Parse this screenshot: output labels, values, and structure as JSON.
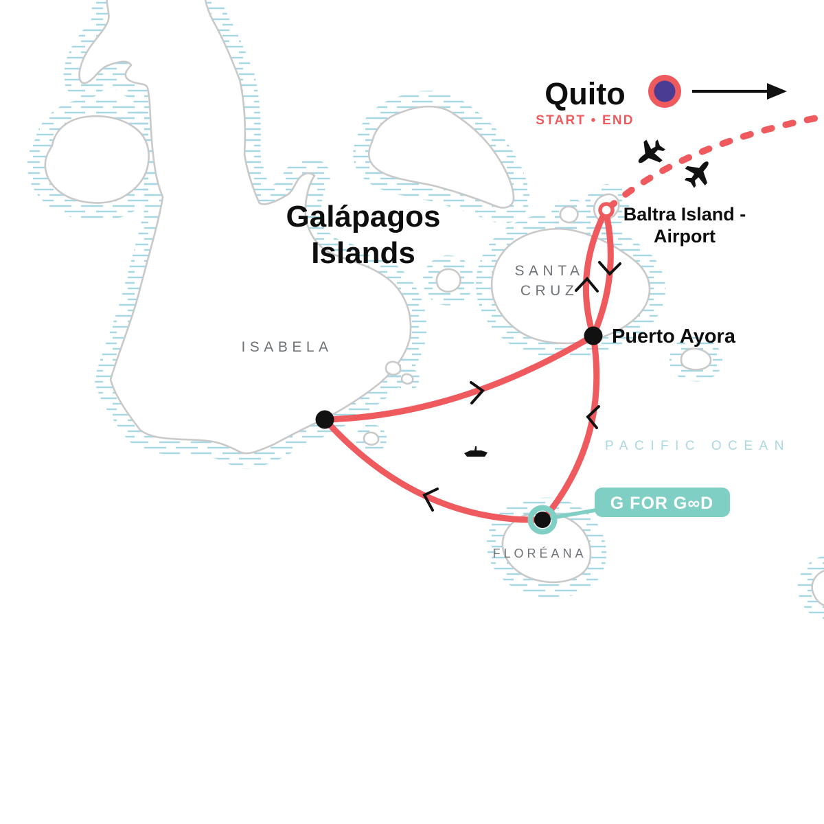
{
  "title": {
    "line1": "Galápagos",
    "line2": "Islands"
  },
  "ocean": {
    "label": "PACIFIC OCEAN"
  },
  "islands": {
    "isabela": "ISABELA",
    "santa_cruz_line1": "SANTA",
    "santa_cruz_line2": "CRUZ",
    "floreana": "FLORÉANA"
  },
  "route": {
    "city": {
      "name": "Quito",
      "start_end": "START • END"
    },
    "stops": {
      "baltra": {
        "label_line1": "Baltra Island -",
        "label_line2": "Airport"
      },
      "puerto_ayora": {
        "label": "Puerto Ayora"
      }
    },
    "badge": {
      "label": "G FOR GOOD",
      "display": "G FOR G∞D"
    }
  },
  "colors": {
    "route_red": "#EE5A5E",
    "teal": "#7FCFC4",
    "purple": "#4A3B93",
    "coast_gray": "#C9C9C9",
    "hatch_teal": "#A7D8E1",
    "island_label": "#6E7377",
    "ocean_label": "#ABD8E1"
  }
}
